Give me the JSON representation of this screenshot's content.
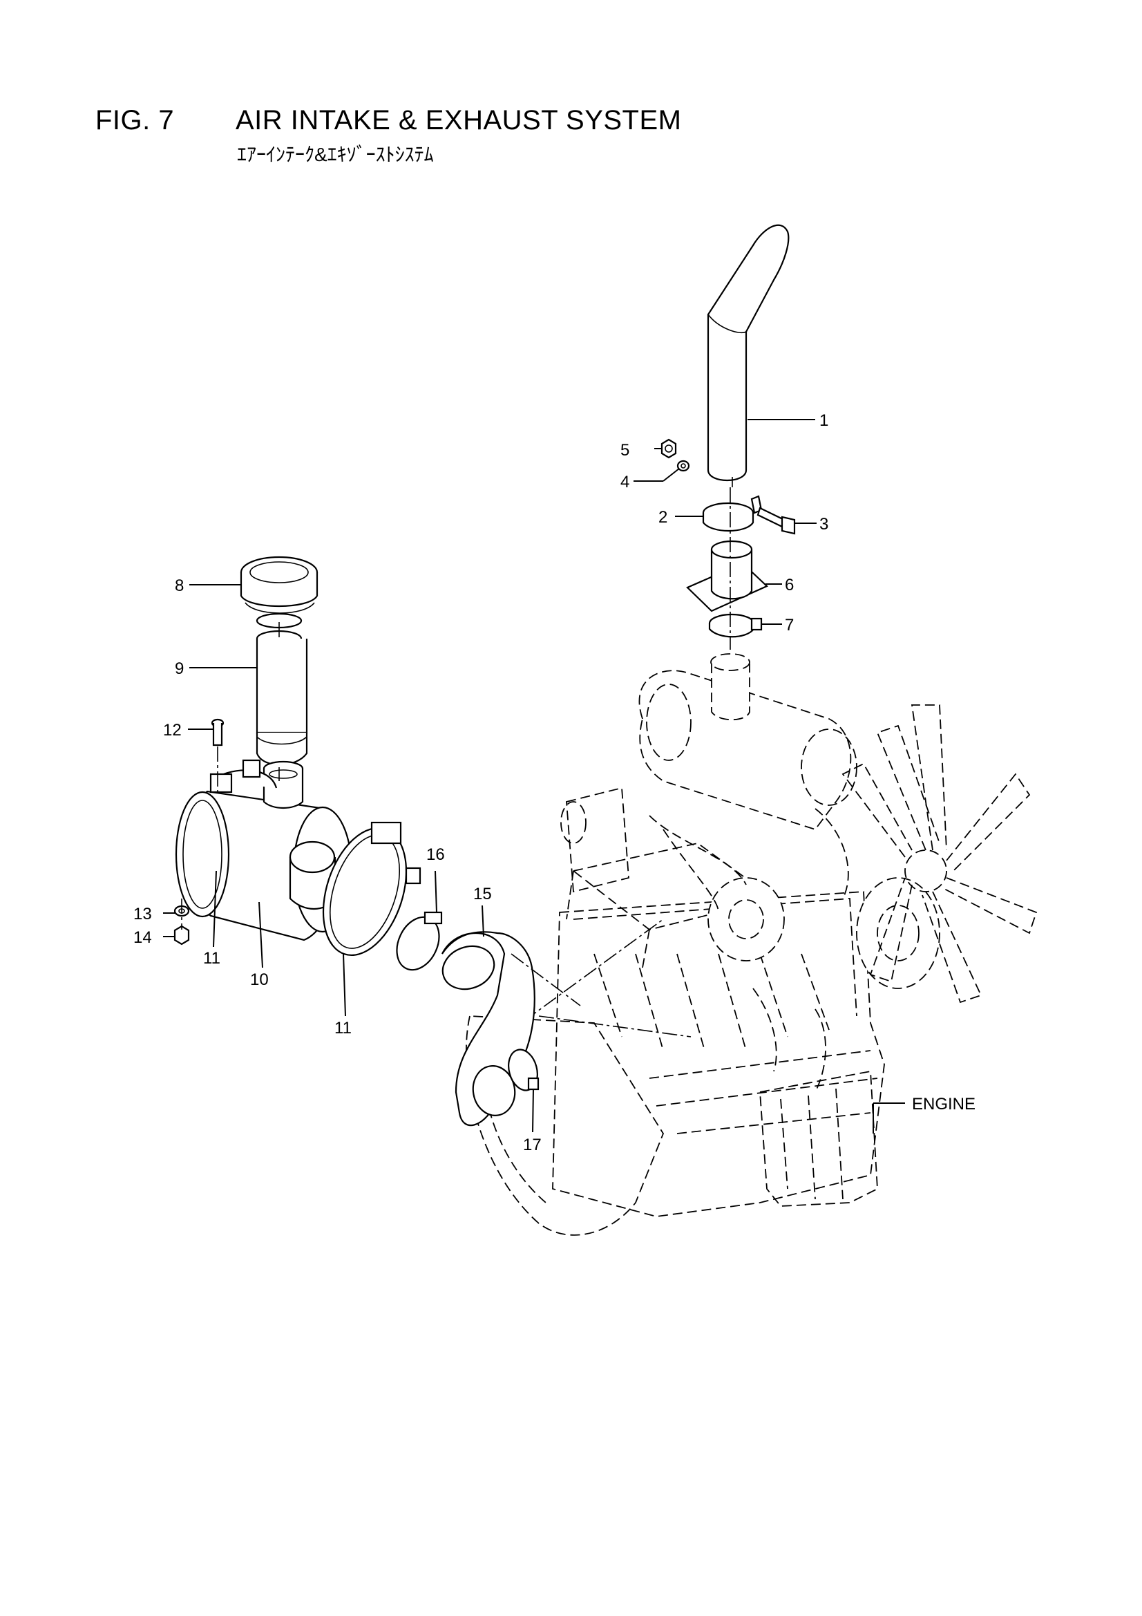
{
  "header": {
    "fig_number": "FIG. 7",
    "title": "AIR INTAKE & EXHAUST SYSTEM",
    "subtitle": "ｴｱｰｲﾝﾃｰｸ&ｴｷｿﾞｰｽﾄｼｽﾃﾑ"
  },
  "callouts": {
    "c1": "1",
    "c2": "2",
    "c3": "3",
    "c4": "4",
    "c5": "5",
    "c6": "6",
    "c7": "7",
    "c8": "8",
    "c9": "9",
    "c10": "10",
    "c11a": "11",
    "c11b": "11",
    "c12": "12",
    "c13": "13",
    "c14": "14",
    "c15": "15",
    "c16": "16",
    "c17": "17",
    "engine": "ENGINE"
  }
}
